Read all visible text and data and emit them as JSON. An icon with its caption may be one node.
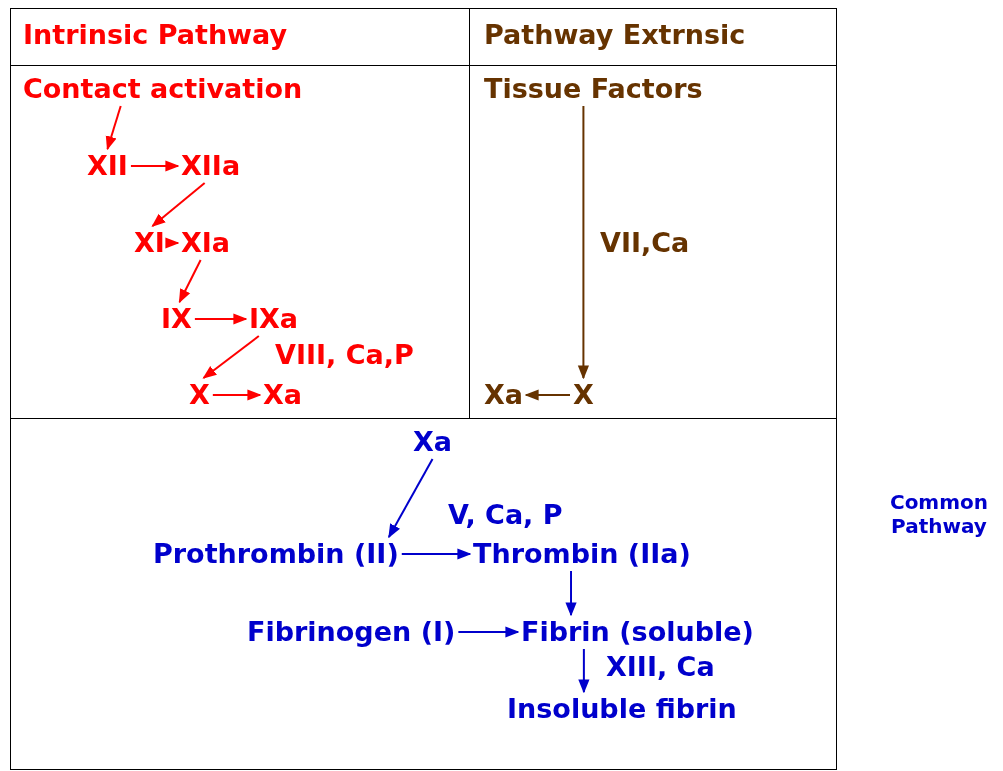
{
  "diagram": {
    "nodes": [
      {
        "text": [
          "Intrinsic Pathway"
        ]
      },
      {
        "text": [
          "Pathway Extrnsic"
        ]
      },
      {
        "text": [],
        "shape": "box"
      },
      {
        "text": [],
        "shape": "box"
      },
      {
        "text": [],
        "shape": "box",
        "beside": [
          "Common Pathway"
        ]
      },
      {
        "text": [
          "Contact activation"
        ],
        "in": 2
      },
      {
        "text": [
          "XII"
        ],
        "in": 2
      },
      {
        "text": [
          "XIIa"
        ],
        "in": 2
      },
      {
        "text": [
          "XI"
        ],
        "in": 2
      },
      {
        "text": [
          "XIa"
        ],
        "in": 2
      },
      {
        "text": [
          "IX"
        ],
        "in": 2
      },
      {
        "text": [
          "IXa"
        ],
        "in": 2
      },
      {
        "text": [
          "X"
        ],
        "in": 2
      },
      {
        "text": [
          "Xa"
        ],
        "in": 2
      },
      {
        "text": [
          "Tissue Factors"
        ],
        "in": 3
      },
      {
        "text": [
          "X"
        ],
        "in": 3
      },
      {
        "text": [
          "Xa"
        ],
        "in": 3
      },
      {
        "text": [
          "Xa"
        ],
        "in": 4
      },
      {
        "text": [
          "Prothrombin (II)"
        ],
        "in": 4
      },
      {
        "text": [
          "Thrombin (IIa)"
        ],
        "in": 4
      },
      {
        "text": [
          "Fibrinogen (I)"
        ],
        "in": 4
      },
      {
        "text": [
          "Fibrin (soluble)"
        ],
        "in": 4
      },
      {
        "text": [
          "Insoluble fibrin"
        ],
        "in": 4
      }
    ],
    "edges": [
      {
        "from": 5,
        "to": 6,
        "arrow": "to"
      },
      {
        "from": 6,
        "to": 7,
        "arrow": "to"
      },
      {
        "from": 7,
        "to": 8,
        "arrow": "to"
      },
      {
        "from": 8,
        "to": 9,
        "arrow": "to"
      },
      {
        "from": 9,
        "to": 10,
        "arrow": "to"
      },
      {
        "from": 10,
        "to": 11,
        "arrow": "to"
      },
      {
        "from": 11,
        "to": 12,
        "arrow": "to",
        "label": "VIII, Ca,P"
      },
      {
        "from": 12,
        "to": 13,
        "arrow": "to"
      },
      {
        "from": 14,
        "to": 15,
        "arrow": "to",
        "label": "VII,Ca",
        "color": "#663300"
      },
      {
        "from": 15,
        "to": 16,
        "arrow": "to",
        "color": "#663300"
      },
      {
        "from": 17,
        "to": 18,
        "arrow": "to",
        "label": "V, Ca, P",
        "color": "#0000cc"
      },
      {
        "from": 18,
        "to": 19,
        "arrow": "to",
        "color": "#0000cc"
      },
      {
        "from": 19,
        "to": 21,
        "arrow": "to",
        "color": "#0000cc"
      },
      {
        "from": 20,
        "to": 21,
        "arrow": "to",
        "color": "#0000cc"
      },
      {
        "from": 21,
        "to": 22,
        "arrow": "to",
        "label": "XIII, Ca",
        "color": "#0000cc"
      }
    ]
  }
}
